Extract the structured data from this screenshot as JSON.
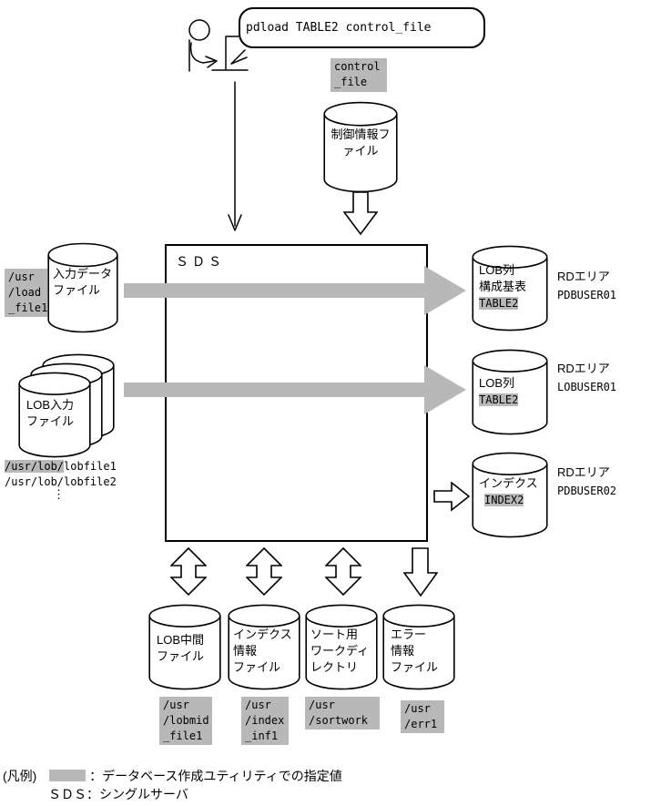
{
  "colors": {
    "highlight": "#b8b8b8",
    "line": "#000000",
    "background": "#ffffff"
  },
  "bubble": {
    "command": "pdload TABLE2 control_file"
  },
  "control_file": {
    "label_lines": [
      "control",
      "_file"
    ],
    "cylinder_lines": [
      "制御情報フ",
      "ァイル"
    ]
  },
  "sds": {
    "label": "ＳＤＳ"
  },
  "input_data": {
    "cylinder_lines": [
      "入力データ",
      "ファイル"
    ],
    "path_lines": [
      "/usr",
      "/load",
      "_file1"
    ]
  },
  "lob_input": {
    "cylinder_lines": [
      "LOB入力",
      "ファイル"
    ],
    "path1_highlight": "/usr/lob/",
    "path1_rest": "lobfile1",
    "path2": "/usr/lob/lobfile2",
    "ellipsis": "⋮"
  },
  "rd_targets": [
    {
      "line1": "LOB列",
      "line2": "構成基表",
      "highlight": "TABLE2",
      "area_line1": "RDエリア",
      "area_line2": "PDBUSER01"
    },
    {
      "line1": "LOB列",
      "highlight": "TABLE2",
      "area_line1": "RDエリア",
      "area_line2": "LOBUSER01"
    },
    {
      "line1": "インデクス",
      "highlight": "INDEX2",
      "area_line1": "RDエリア",
      "area_line2": "PDBUSER02"
    }
  ],
  "work_files": [
    {
      "cyl_lines": [
        "LOB中間",
        "ファイル"
      ],
      "path_lines": [
        "/usr",
        "/lobmid",
        "_file1"
      ]
    },
    {
      "cyl_lines": [
        "インデクス",
        "情報",
        "ファイル"
      ],
      "path_lines": [
        "/usr",
        "/index",
        "_inf1"
      ]
    },
    {
      "cyl_lines": [
        "ソート用",
        "ワークディ",
        "レクトリ"
      ],
      "path_lines": [
        "/usr",
        "/sortwork"
      ]
    },
    {
      "cyl_lines": [
        "エラー",
        "情報",
        "ファイル"
      ],
      "path_lines": [
        "/usr",
        "/err1"
      ]
    }
  ],
  "legend": {
    "title": "(凡例)",
    "highlight_desc": "：データベース作成ユティリティでの指定値",
    "sds_desc": "ＳＤＳ：シングルサーバ"
  }
}
